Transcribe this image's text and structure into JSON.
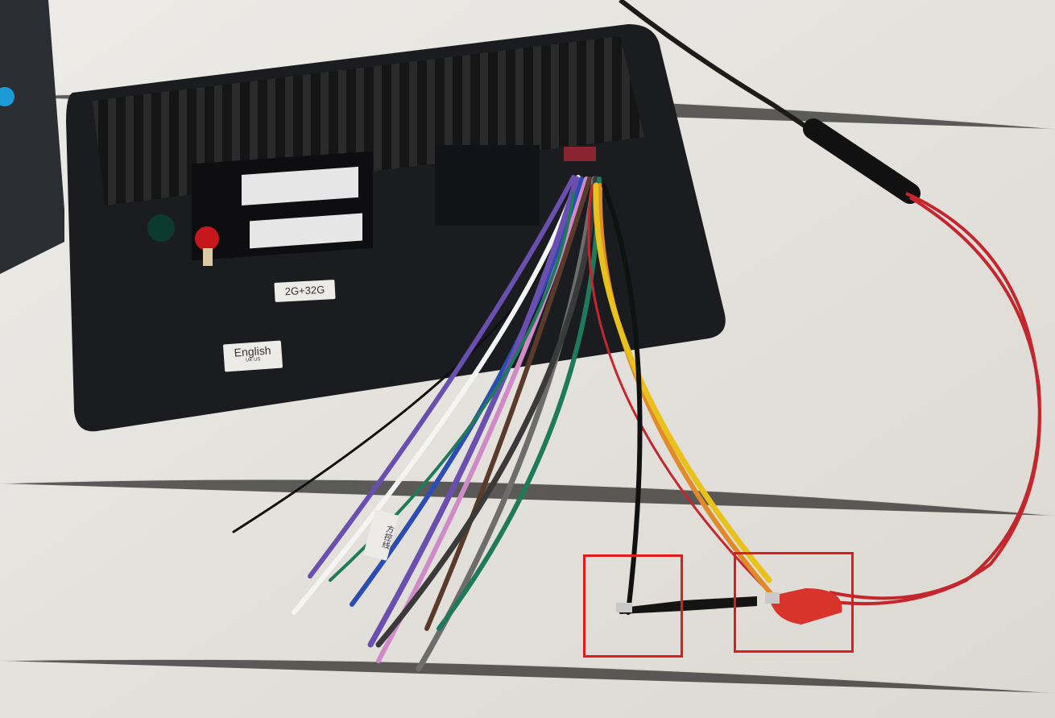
{
  "device": {
    "ram_rom_label": "2G+32G",
    "language_label": "English",
    "language_sublabel": "UK US",
    "wire_tag": "方控线"
  },
  "highlight_color": "#e01b1b",
  "wire_colors": {
    "red": "#c4262e",
    "black": "#1a1a1a",
    "yellow": "#e8c21a",
    "orange": "#e08a2a",
    "purple": "#6a4fb0",
    "blue": "#2b4bb5",
    "green": "#1e7a5a",
    "grey": "#6d6d6d",
    "white": "#f4f4f4",
    "pink": "#d08ac8",
    "brown": "#5a3a2a"
  }
}
